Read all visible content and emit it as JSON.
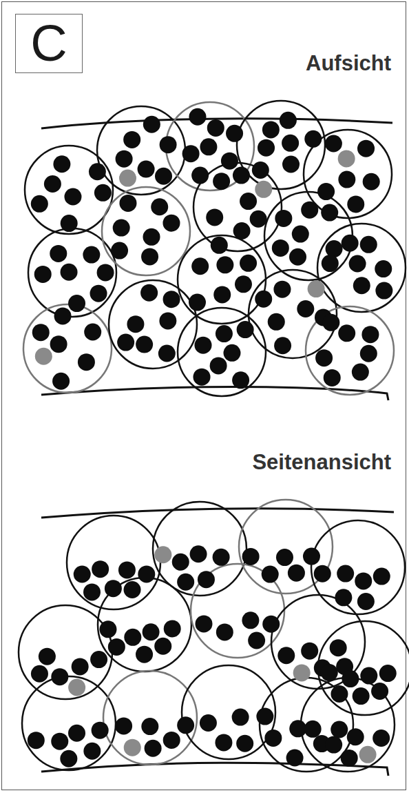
{
  "diagram": {
    "nodes": [
      {
        "text": [
          "C"
        ]
      }
    ],
    "labels": [
      "Aufsicht",
      "Seitenansicht"
    ]
  }
}
